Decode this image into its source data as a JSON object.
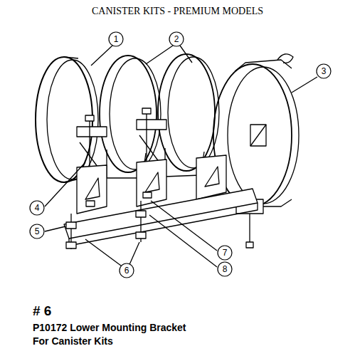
{
  "diagram": {
    "title": "CANISTER KITS - PREMIUM MODELS",
    "nodes": [
      {
        "text": [
          "1"
        ]
      },
      {
        "text": [
          "2"
        ]
      },
      {
        "text": [
          "3"
        ]
      },
      {
        "text": [
          "4"
        ]
      },
      {
        "text": [
          "5"
        ]
      },
      {
        "text": [
          "6"
        ]
      },
      {
        "text": [
          "7"
        ]
      },
      {
        "text": [
          "8"
        ]
      }
    ],
    "labels": [
      "# 6",
      "P10172 Lower Mounting Bracket",
      "For Canister Kits"
    ]
  }
}
